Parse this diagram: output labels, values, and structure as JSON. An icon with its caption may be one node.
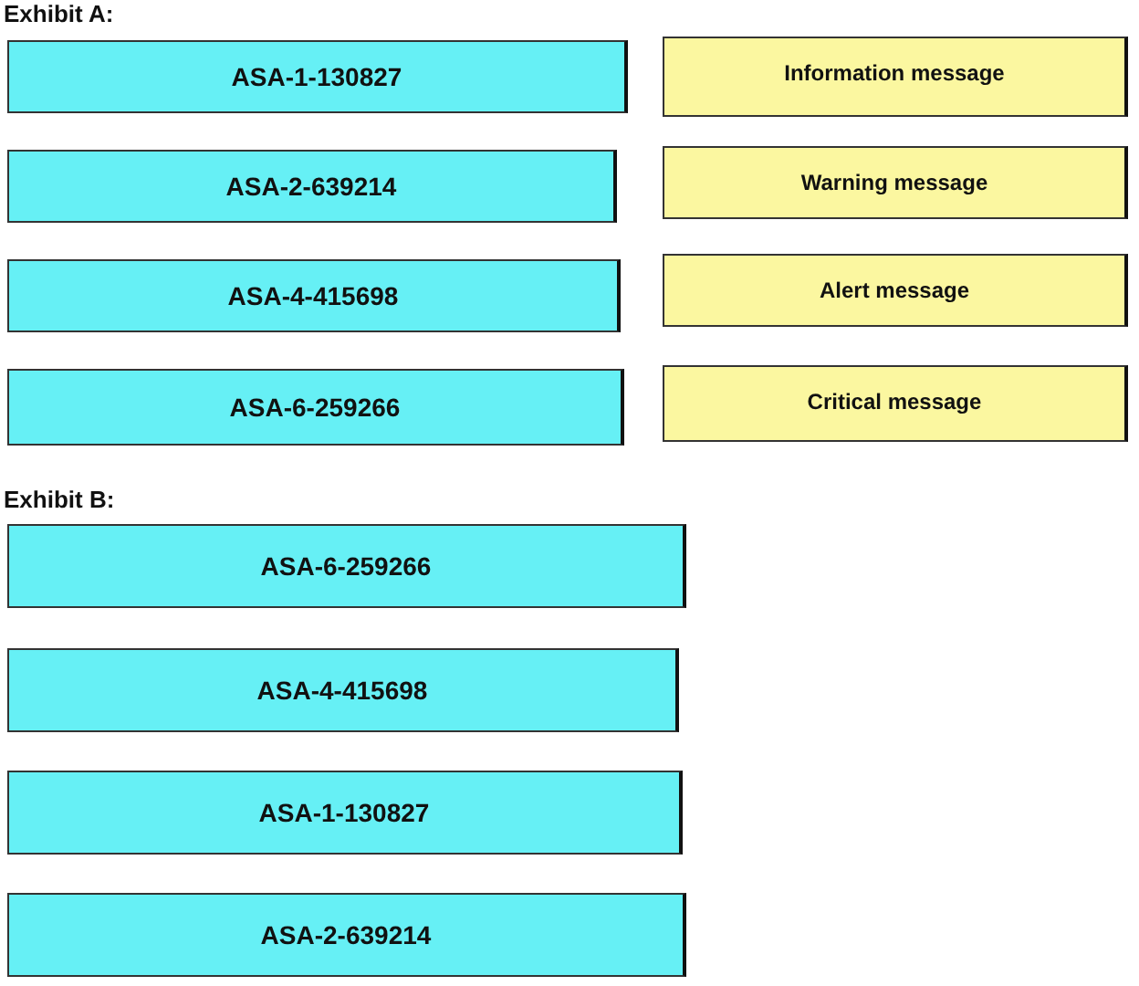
{
  "diagram": {
    "nodes": [
      {
        "text": [
          "ASA-1-130827"
        ]
      },
      {
        "text": [
          "Information message"
        ]
      },
      {
        "text": [
          "ASA-2-639214"
        ]
      },
      {
        "text": [
          "Warning message"
        ]
      },
      {
        "text": [
          "ASA-4-415698"
        ]
      },
      {
        "text": [
          "Alert message"
        ]
      },
      {
        "text": [
          "ASA-6-259266"
        ]
      },
      {
        "text": [
          "Critical message"
        ]
      },
      {
        "text": [
          "ASA-6-259266"
        ]
      },
      {
        "text": [
          "ASA-4-415698"
        ]
      },
      {
        "text": [
          "ASA-1-130827"
        ]
      },
      {
        "text": [
          "ASA-2-639214"
        ]
      }
    ],
    "edges": [],
    "labels": [
      "Exhibit A:",
      "Exhibit B:"
    ]
  }
}
